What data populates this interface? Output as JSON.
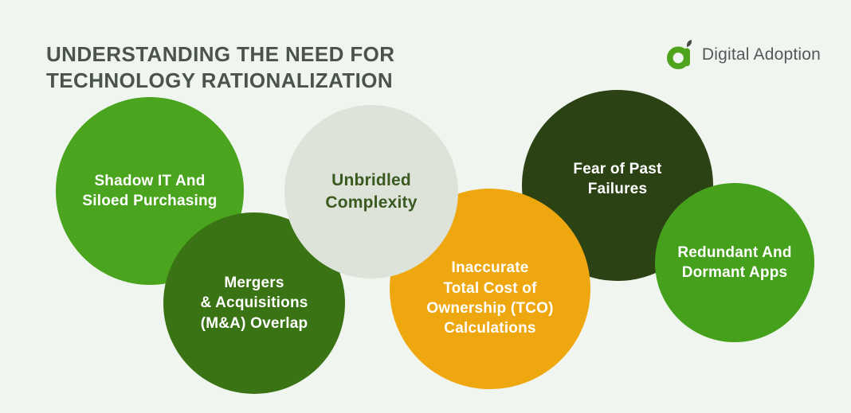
{
  "header": {
    "title": "UNDERSTANDING THE NEED FOR\nTECHNOLOGY RATIONALIZATION",
    "title_color": "#4B534E",
    "brand": {
      "name": "Digital Adoption",
      "name_color": "#55585B",
      "logo_icon": "digital-adoption-d-leaf-mark",
      "logo_green": "#4FA31D",
      "logo_leaf_color": "#494E47"
    }
  },
  "background_color": "#F0F6EF",
  "bubbles": [
    {
      "id": "shadow-it",
      "label": "Shadow IT And\nSiloed Purchasing",
      "fill": "#4AA41E",
      "text_color": "#FFFFFF"
    },
    {
      "id": "mergers-acquisitions",
      "label": "Mergers\n& Acquisitions\n(M&A) Overlap",
      "fill": "#3A7313",
      "text_color": "#FFFFFF"
    },
    {
      "id": "unbridled-complexity",
      "label": "Unbridled\nComplexity",
      "fill": "#DDE3D9",
      "text_color": "#3A5A20"
    },
    {
      "id": "inaccurate-tco",
      "label": "Inaccurate\nTotal Cost of\nOwnership (TCO)\nCalculations",
      "fill": "#EFA70F",
      "text_color": "#FFFFFF"
    },
    {
      "id": "fear-of-past-failures",
      "label": "Fear of Past\nFailures",
      "fill": "#2B4314",
      "text_color": "#FFFFFF"
    },
    {
      "id": "redundant-dormant-apps",
      "label": "Redundant And\nDormant Apps",
      "fill": "#45A11C",
      "text_color": "#FFFFFF"
    }
  ]
}
